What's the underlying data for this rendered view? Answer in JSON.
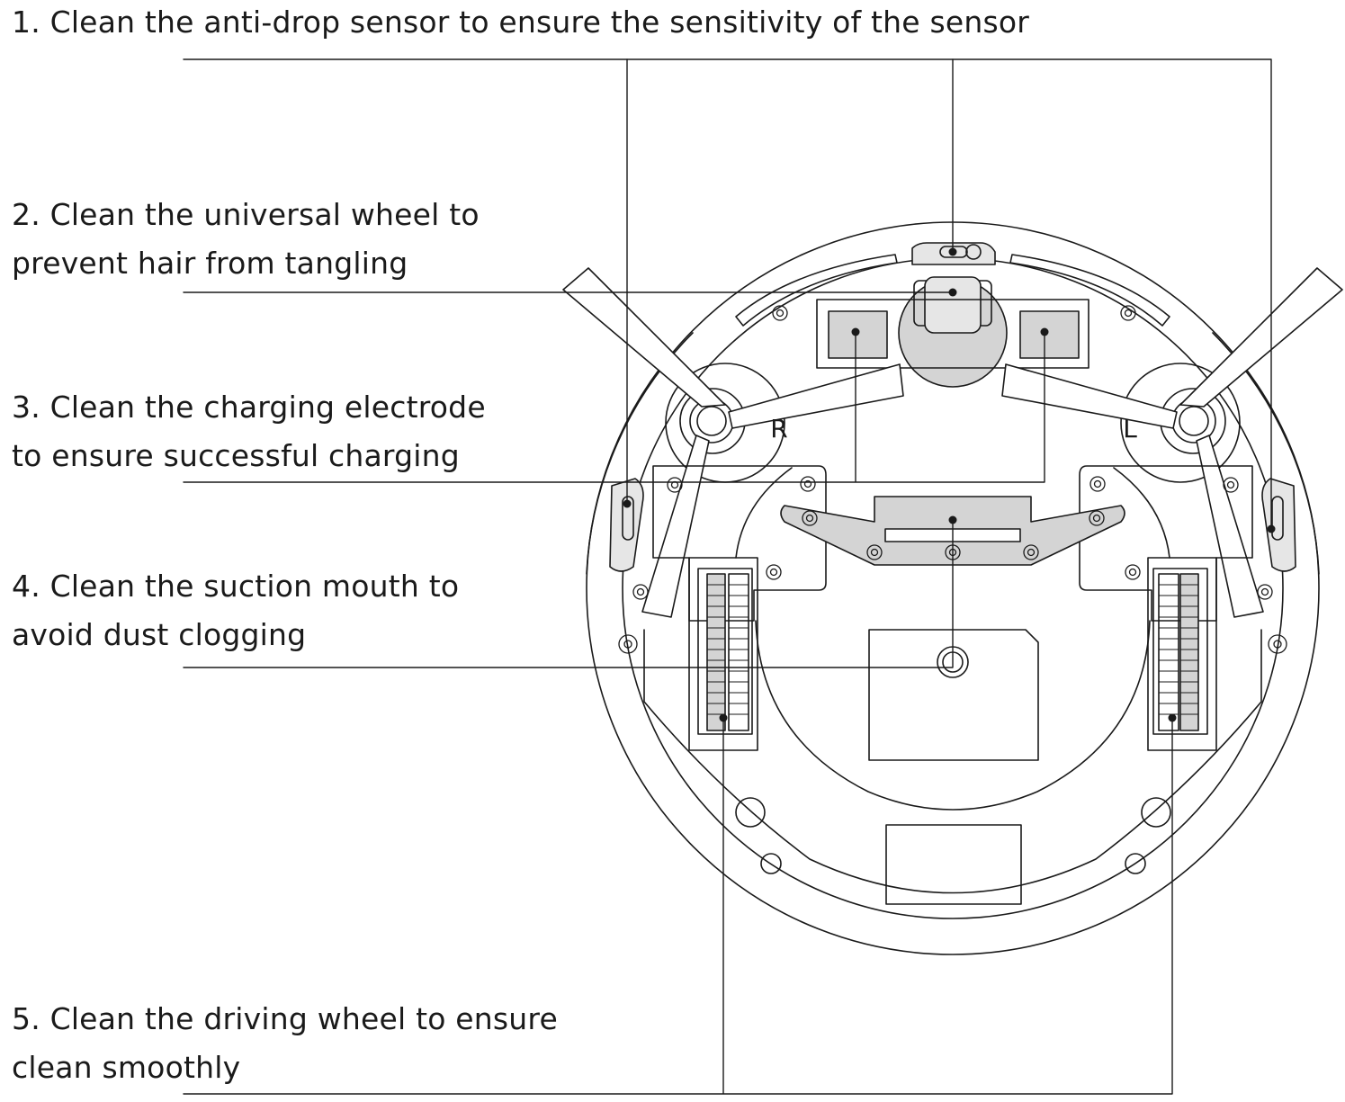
{
  "labels": [
    {
      "lines": [
        "1. Clean the anti-drop sensor to ensure the sensitivity of the sensor"
      ]
    },
    {
      "lines": [
        "2. Clean the universal wheel to",
        "prevent hair from tangling"
      ]
    },
    {
      "lines": [
        "3. Clean the charging electrode",
        "to ensure successful charging"
      ]
    },
    {
      "lines": [
        "4. Clean the suction mouth  to",
        "avoid dust clogging"
      ]
    },
    {
      "lines": [
        "5. Clean the driving wheel to ensure",
        "clean smoothly"
      ]
    }
  ],
  "robot": {
    "brush_right_letter": "R",
    "brush_left_letter": "L"
  },
  "colors": {
    "stroke": "#1a1a1a",
    "fill_gray": "#d4d4d4",
    "fill_light": "#e6e6e6"
  }
}
